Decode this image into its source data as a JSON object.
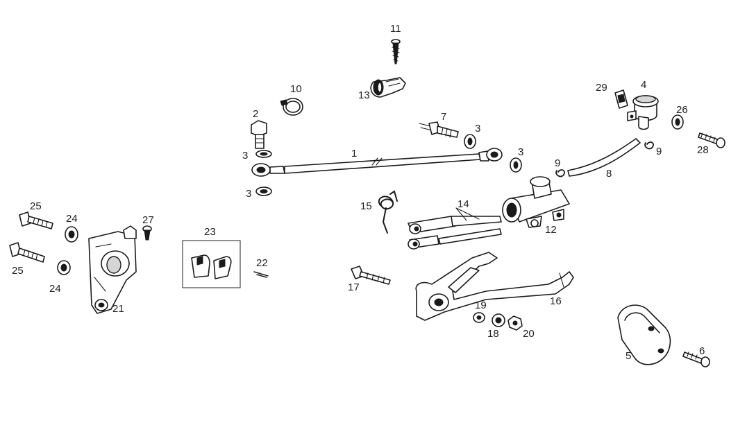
{
  "diagram": {
    "callouts": {
      "p1": "1",
      "p2": "2",
      "p3a": "3",
      "p3b": "3",
      "p3c": "3",
      "p3d": "3",
      "p4": "4",
      "p5": "5",
      "p6": "6",
      "p7": "7",
      "p8": "8",
      "p9a": "9",
      "p9b": "9",
      "p10": "10",
      "p11": "11",
      "p12": "12",
      "p13": "13",
      "p14": "14",
      "p15": "15",
      "p16": "16",
      "p17": "17",
      "p18": "18",
      "p19": "19",
      "p20": "20",
      "p21": "21",
      "p22": "22",
      "p23": "23",
      "p24a": "24",
      "p24b": "24",
      "p25a": "25",
      "p25b": "25",
      "p26": "26",
      "p27": "27",
      "p28": "28",
      "p29": "29"
    }
  }
}
